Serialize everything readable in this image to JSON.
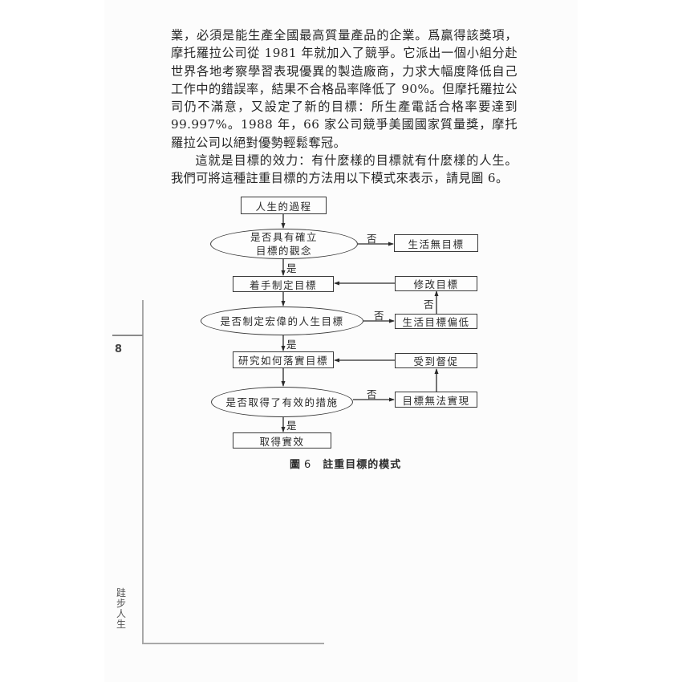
{
  "body": {
    "paragraphs": [
      "業，必須是能生產全國最高質量產品的企業。爲贏得該獎項，摩托羅拉公司從 1981 年就加入了競爭。它派出一個小組分赴世界各地考察學習表現優異的製造廠商，力求大幅度降低自己工作中的錯誤率，結果不合格品率降低了 90%。但摩托羅拉公司仍不滿意，又設定了新的目標：所生產電話合格率要達到 99.997%。1988 年，66 家公司競爭美國國家質量獎，摩托羅拉公司以絕對優勢輕鬆奪冠。",
      "這就是目標的效力：有什麼樣的目標就有什麼樣的人生。我們可將這種註重目標的方法用以下模式來表示，請見圖 6。"
    ]
  },
  "flowchart": {
    "start": "人生的過程",
    "decision1": {
      "line1": "是否具有確立",
      "line2": "目標的觀念"
    },
    "no_result1": "生活無目標",
    "step1": "着手制定目標",
    "revise": "修改目標",
    "decision2": "是否制定宏偉的人生目標",
    "no_result2": "生活目標偏低",
    "step2": "研究如何落實目標",
    "urged": "受到督促",
    "decision3": "是否取得了有效的措施",
    "no_result3": "目標無法實現",
    "end": "取得實效",
    "yes_label": "是",
    "no_label": "否"
  },
  "caption": {
    "prefix": "圖",
    "number": "6",
    "title": "註重目標的模式"
  },
  "margin": {
    "page_number": "8",
    "running_title": "跬步人生"
  }
}
